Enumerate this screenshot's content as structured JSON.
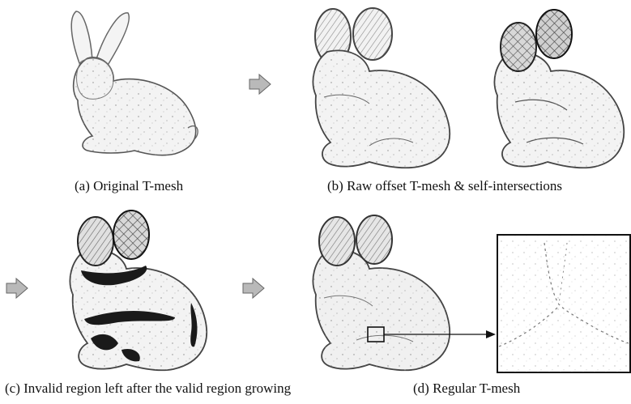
{
  "figure": {
    "captions": {
      "a": "(a) Original T-mesh",
      "b": "(b) Raw offset T-mesh & self-intersections",
      "c": "(c) Invalid region left after the valid region growing",
      "d": "(d) Regular T-mesh"
    },
    "panels": [
      {
        "id": "a",
        "content": "bunny-original-mesh"
      },
      {
        "id": "b1",
        "content": "bunny-raw-offset-mesh"
      },
      {
        "id": "b2",
        "content": "bunny-raw-offset-self-intersections"
      },
      {
        "id": "c",
        "content": "bunny-invalid-region"
      },
      {
        "id": "d",
        "content": "bunny-regular-mesh"
      },
      {
        "id": "d-zoom",
        "content": "regular-mesh-zoom-detail"
      }
    ],
    "colors": {
      "mesh_fill": "#f4f4f4",
      "mesh_stroke": "#6a6a6a",
      "mesh_dark": "#1a1a1a",
      "arrow_fill": "#b9b9b9"
    }
  }
}
